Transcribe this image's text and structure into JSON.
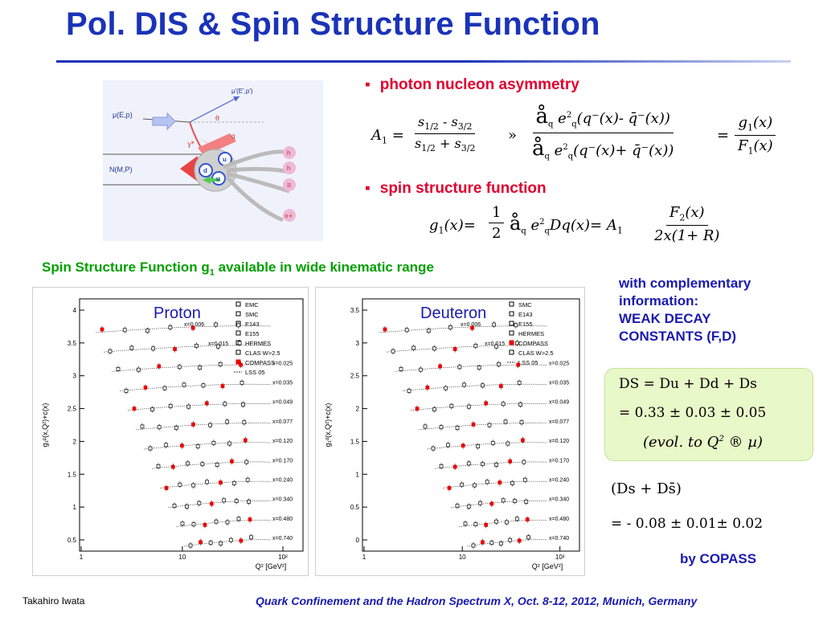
{
  "slide": {
    "title": "Pol. DIS & Spin Structure Function",
    "bullet1": "photon nucleon asymmetry",
    "bullet2": "spin structure function",
    "bullet_mark": "▪",
    "caption_main": "Spin Structure Function g",
    "caption_sub": "1",
    "caption_tail": " available in wide kinematic range",
    "side_info": [
      "with complementary",
      "information:",
      "WEAK DECAY",
      "CONSTANTS  (F,D)"
    ],
    "by_compass": "by COPASS",
    "footer_author": "Takahiro Iwata",
    "footer_conf": "Quark Confinement and the Hadron Spectrum X,   Oct. 8-12, 2012,  Munich, Germany"
  },
  "diagram": {
    "mu_in": "μ(E,p)",
    "mu_out": "μ'(E',p')",
    "nucleon": "N(M,P)",
    "theta": "θ",
    "gamma": "γ*",
    "quark": "q",
    "u1": "u",
    "d": "d",
    "u2": "u",
    "h1": "h",
    "h2": "h",
    "pi": "π",
    "pi_plus": "π+"
  },
  "equations": {
    "a1_lhs": "A",
    "a1_sub": "1",
    "eq": "=",
    "sigma_num": "s",
    "half": "1/2",
    "threehalf": "3/2",
    "minus": "-",
    "plus": "+",
    "approx": "»",
    "sum_sym": "å",
    "sum_sub": "q",
    "e2": "e",
    "e2_sup": "2",
    "e2_sub": "q",
    "num_body": "(q⁻(x)-  q̄⁻(x))",
    "den_body": "(q⁻(x)+  q̄⁻(x))",
    "g1x": "g",
    "g1_sub": "1",
    "of_x": "(x)",
    "F1": "F",
    "F1_sub": "1",
    "g1_eq_lhs": "g",
    "g1_eq_sub": "1",
    "g1_eq_mid": "(x)=",
    "half_num": "1",
    "half_den": "2",
    "g1_sum_body": "Dq(x)=",
    "a1_2": "A",
    "a1_2_sub": "1",
    "f2_num": "F",
    "f2_sub": "2",
    "f2_of": "(x)",
    "f2_den": "2x(1+ R)"
  },
  "boxes": {
    "ds_line1": "DS = Du + Dd + Ds",
    "ds_line2": "= 0.33 ± 0.03 ± 0.05",
    "ds_line3": "(evol. to Q",
    "ds_line3_sup": "2",
    "ds_line3_tail": " ® µ)",
    "s_line1": "(Ds + Ds̄)",
    "s_line2": "= -  0.08 ± 0.01± 0.02"
  },
  "plots": [
    {
      "label": "Proton",
      "ylabel": "g₁ᵖ(x,Q²)+c(x)",
      "xlabel": "Q² [GeV²]",
      "yticks": [
        "0.5",
        "1",
        "1.5",
        "2",
        "2.5",
        "3",
        "3.5",
        "4"
      ],
      "xticks": [
        "1",
        "10",
        "10²"
      ],
      "legend": [
        "EMC",
        "SMC",
        "E143",
        "E155",
        "HERMES",
        "CLAS W>2.5",
        "COMPASS",
        "LSS 05"
      ],
      "xbins": [
        "x=0.006",
        "x=0.015",
        "x=0.025",
        "x=0.035",
        "x=0.049",
        "x=0.077",
        "x=0.120",
        "x=0.170",
        "x=0.240",
        "x=0.340",
        "x=0.480",
        "x=0.740"
      ]
    },
    {
      "label": "Deuteron",
      "ylabel": "g₁ᵈ(x,Q²)+c(x)",
      "xlabel": "Q² [GeV²]",
      "yticks": [
        "0",
        "0.5",
        "1",
        "1.5",
        "2",
        "2.5",
        "3",
        "3.5"
      ],
      "xticks": [
        "1",
        "10",
        "10²"
      ],
      "legend": [
        "SMC",
        "E143",
        "E155",
        "HERMES",
        "COMPASS",
        "CLAS W>2.5",
        "LSS 05"
      ],
      "xbins": [
        "x=0.006",
        "x=0.015",
        "x=0.025",
        "x=0.035",
        "x=0.049",
        "x=0.077",
        "x=0.120",
        "x=0.170",
        "x=0.240",
        "x=0.340",
        "x=0.480",
        "x=0.740"
      ]
    }
  ]
}
